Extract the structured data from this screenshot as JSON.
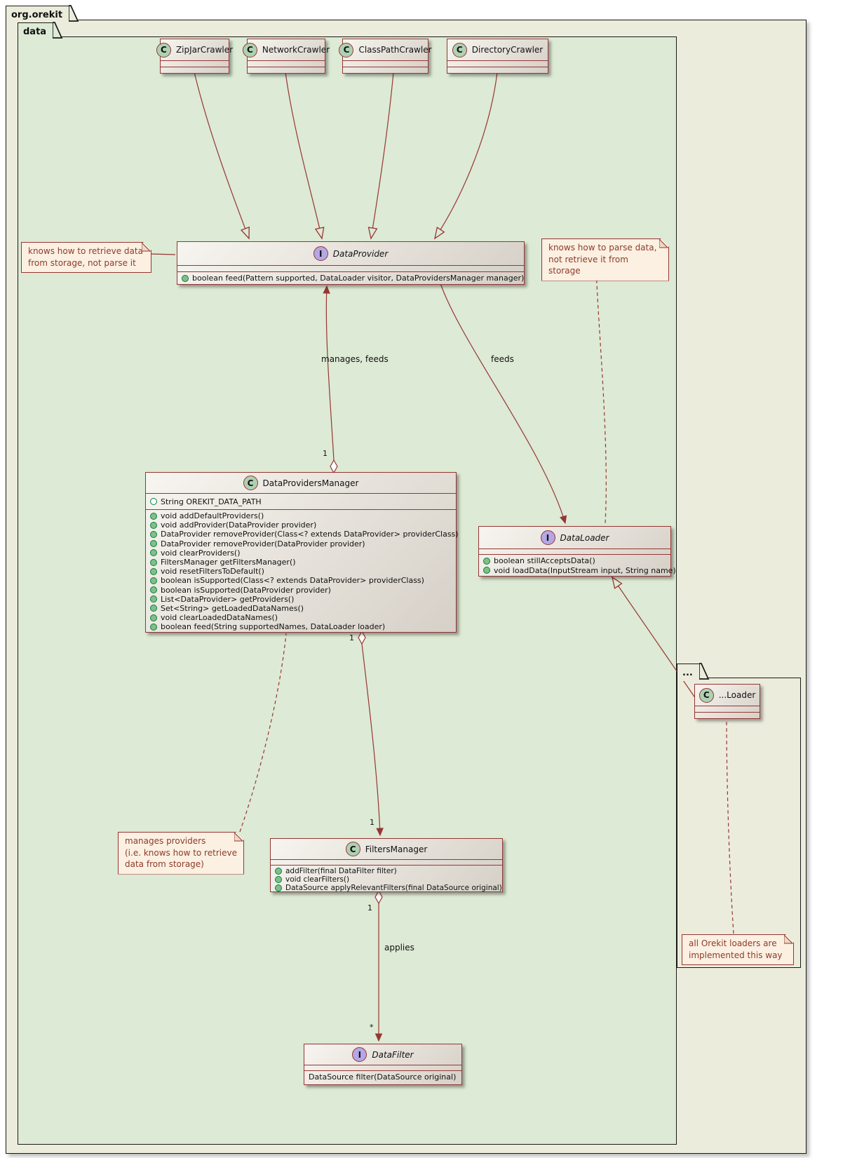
{
  "packages": {
    "outer": "org.orekit",
    "data": "data",
    "misc": "..."
  },
  "classes": {
    "zipjar_crawler": {
      "icon": "C",
      "name": "ZipJarCrawler"
    },
    "network_crawler": {
      "icon": "C",
      "name": "NetworkCrawler"
    },
    "classpath_crawler": {
      "icon": "C",
      "name": "ClassPathCrawler"
    },
    "directory_crawler": {
      "icon": "C",
      "name": "DirectoryCrawler"
    },
    "data_provider": {
      "icon": "I",
      "name": "DataProvider",
      "methods": [
        "boolean feed(Pattern supported, DataLoader visitor, DataProvidersManager manager)"
      ]
    },
    "data_providers_manager": {
      "icon": "C",
      "name": "DataProvidersManager",
      "fields": [
        "String OREKIT_DATA_PATH"
      ],
      "methods": [
        "void addDefaultProviders()",
        "void addProvider(DataProvider provider)",
        "DataProvider removeProvider(Class<? extends DataProvider> providerClass)",
        "DataProvider removeProvider(DataProvider provider)",
        "void clearProviders()",
        "FiltersManager getFiltersManager()",
        "void resetFiltersToDefault()",
        "boolean isSupported(Class<? extends DataProvider> providerClass)",
        "boolean isSupported(DataProvider provider)",
        "List<DataProvider> getProviders()",
        "Set<String> getLoadedDataNames()",
        "void clearLoadedDataNames()",
        "boolean feed(String supportedNames, DataLoader loader)"
      ]
    },
    "data_loader": {
      "icon": "I",
      "name": "DataLoader",
      "methods": [
        "boolean stillAcceptsData()",
        "void loadData(InputStream input, String name)"
      ]
    },
    "filters_manager": {
      "icon": "C",
      "name": "FiltersManager",
      "methods": [
        "addFilter(final DataFilter filter)",
        "void clearFilters()",
        "DataSource applyRelevantFilters(final DataSource original)"
      ]
    },
    "data_filter": {
      "icon": "I",
      "name": "DataFilter",
      "methods": [
        "DataSource filter(DataSource original)"
      ]
    },
    "misc_loader": {
      "icon": "C",
      "name": "...Loader"
    }
  },
  "notes": {
    "retrieve": [
      "knows how to retrieve data",
      "from storage, not parse it"
    ],
    "parse": [
      "knows how to parse data,",
      "not retrieve it from storage"
    ],
    "manages": [
      "manages providers",
      "(i.e. knows how to retrieve",
      "data from storage)"
    ],
    "loaders": [
      "all Orekit loaders are",
      "implemented this way"
    ]
  },
  "edges": {
    "manages_feeds": "manages, feeds",
    "feeds": "feeds",
    "applies": "applies",
    "one": "1",
    "many": "*"
  },
  "colors": {
    "line": "#963634",
    "class_icon_bg": "#ADD1B2",
    "interface_icon_bg": "#B4A7E5",
    "outer_package_bg": "#ECECDC",
    "data_package_bg": "#DDEAD5",
    "note_bg": "#FBF0E2",
    "note_text": "#8E3B2A"
  }
}
